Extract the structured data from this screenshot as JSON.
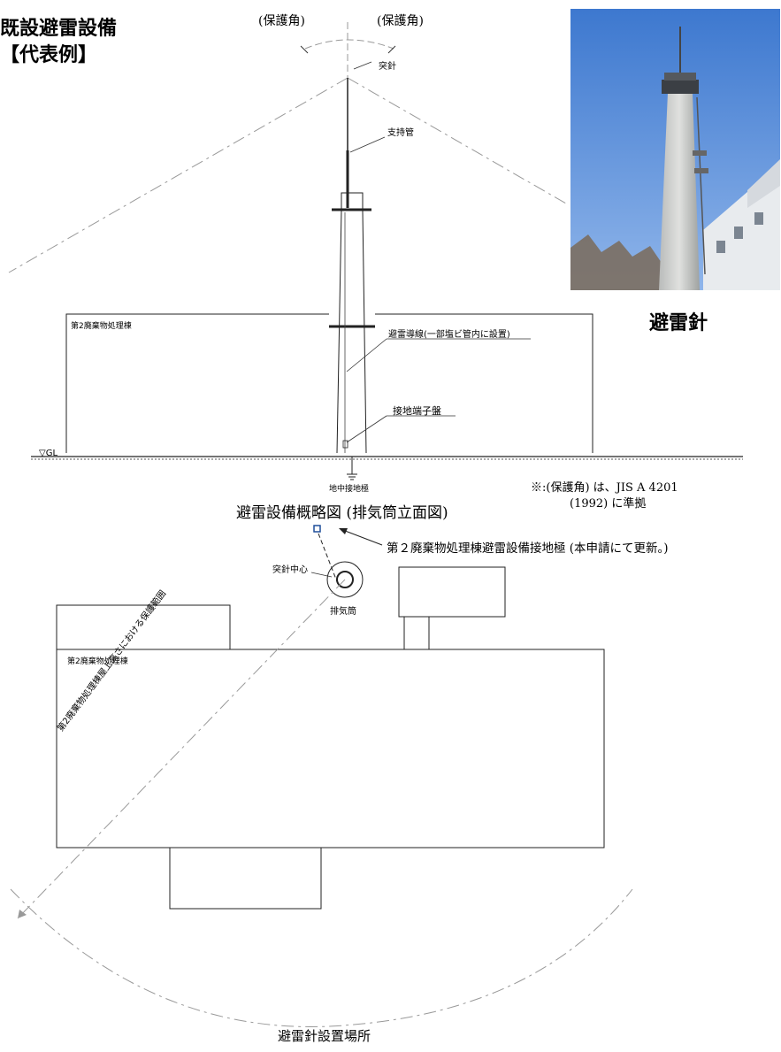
{
  "header": {
    "title_line1": "既設避雷設備",
    "title_line2": "【代表例】"
  },
  "photo": {
    "caption": "避雷針",
    "sky_color": "#5a8fd8",
    "tower_color": "#d0d2d0"
  },
  "elevation": {
    "protection_angle_left": "(保護角)",
    "protection_angle_right": "(保護角)",
    "label_spike": "突針",
    "label_support_pipe": "支持管",
    "label_building": "第2廃棄物処理棟",
    "label_conductor": "避雷導線(一部塩ビ管内に設置)",
    "label_terminal_panel": "接地端子盤",
    "label_gl": "▽GL",
    "label_ground_electrode": "地中接地極",
    "caption": "避雷設備概略図 (排気筒立面図)",
    "note_line1": "※:(保護角) は、JIS A 4201",
    "note_line2": "(1992) に準拠"
  },
  "plan": {
    "label_electrode_callout": "第２廃棄物処理棟避雷設備接地極 (本申請にて更新。)",
    "label_spike_center": "突針中心",
    "label_stack": "排気筒",
    "label_building": "第2廃棄物処理棟",
    "label_protection_range": "第2廃棄物処理棟屋上高さにおける保護範囲",
    "caption": "避雷針設置場所"
  },
  "colors": {
    "line": "#222222",
    "dash": "#888888",
    "electrode_marker": "#1f4e9a"
  }
}
